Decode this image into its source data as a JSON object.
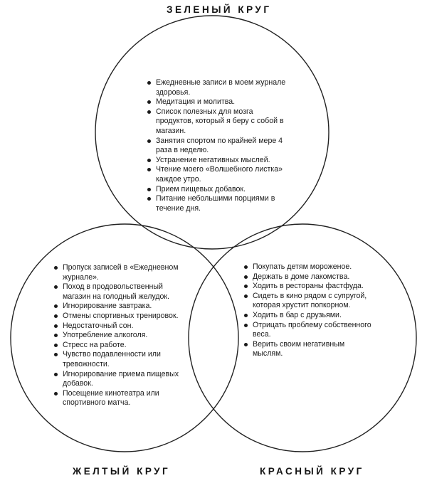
{
  "circles": {
    "green": {
      "title": "ЗЕЛЕНЫЙ КРУГ",
      "items": [
        "Ежедневные записи в моем журнале здоровья.",
        "Медитация и молитва.",
        "Список полезных для мозга продуктов, который я беру с собой в магазин.",
        "Занятия спортом по крайней мере 4 раза в неделю.",
        "Устранение негативных мыслей.",
        "Чтение моего «Волшебного листка» каждое утро.",
        "Прием пищевых добавок.",
        "Питание небольшими порциями в течение дня."
      ]
    },
    "yellow": {
      "title": "ЖЕЛТЫЙ КРУГ",
      "items": [
        "Пропуск записей в «Ежедневном журнале».",
        "Поход в продовольственный магазин на голодный желудок.",
        "Игнорирование завтрака.",
        "Отмены спортивных тренировок.",
        "Недостаточный сон.",
        "Употребление алкоголя.",
        "Стресс на работе.",
        "Чувство подавленности или тревожности.",
        "Игнорирование приема пищевых добавок.",
        "Посещение кинотеатра или спортивного матча."
      ]
    },
    "red": {
      "title": "КРАСНЫЙ КРУГ",
      "items": [
        "Покупать детям мороженое.",
        "Держать в доме лакомства.",
        "Ходить в рестораны фастфуда.",
        "Сидеть в кино рядом с супругой, которая хрустит попкорном.",
        "Ходить в бар с друзьями.",
        "Отрицать проблему собственного веса.",
        "Верить своим негативным мыслям."
      ]
    }
  }
}
